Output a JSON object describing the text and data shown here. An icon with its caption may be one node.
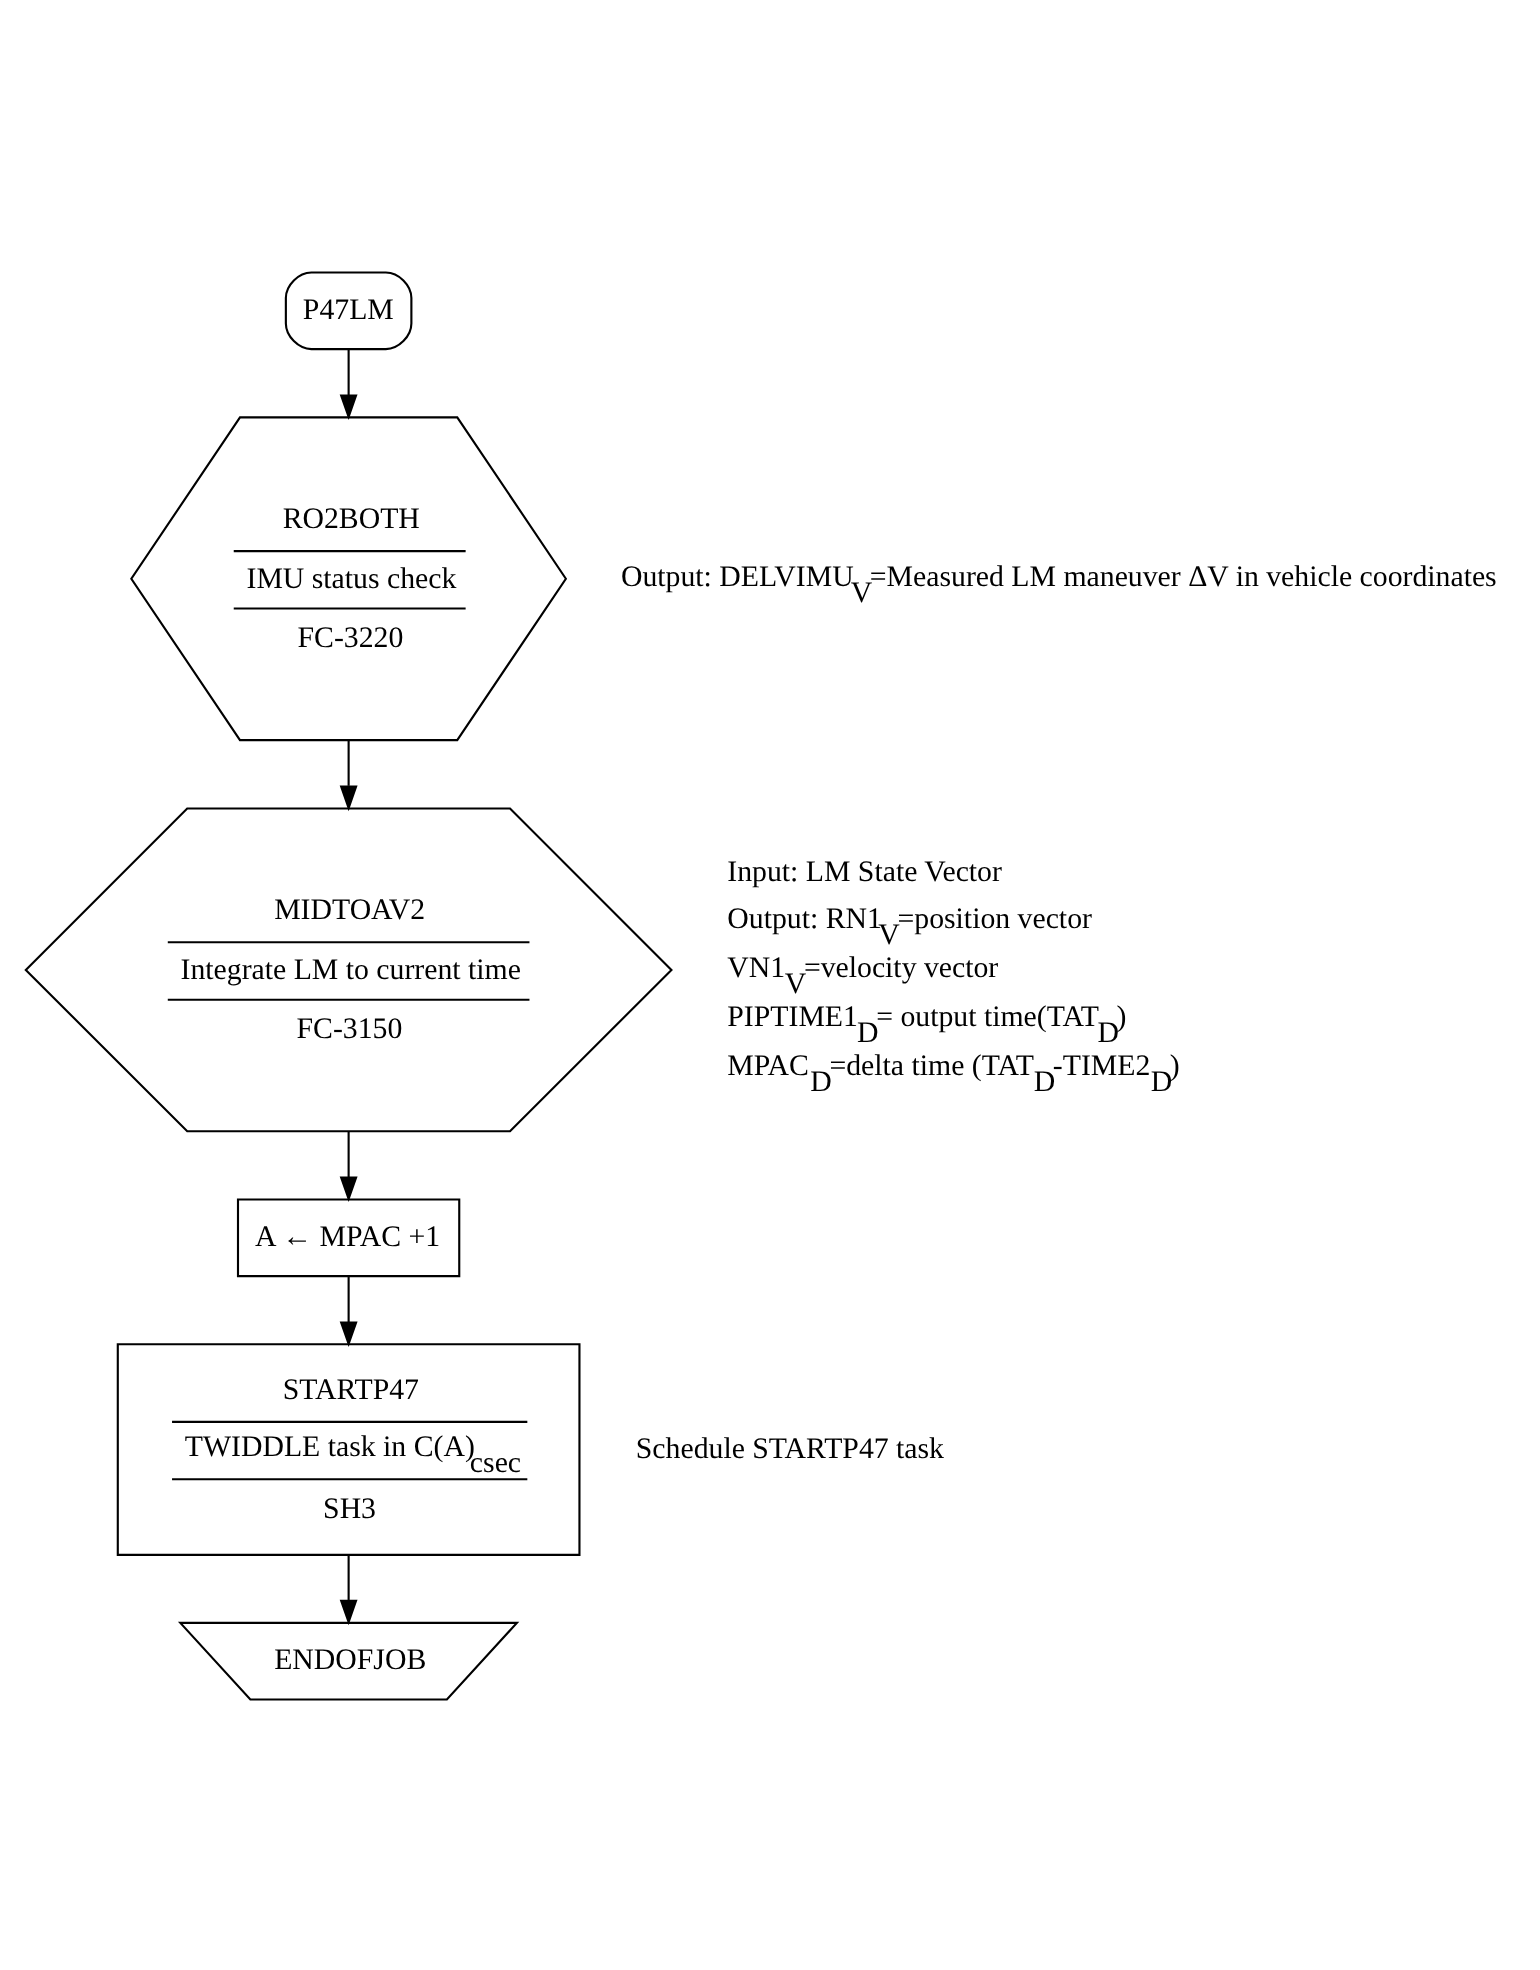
{
  "diagram": {
    "nodes": [
      {
        "text": [
          "P47LM"
        ]
      },
      {
        "text": [
          "RO2BOTH",
          "IMU status check",
          "FC-3220"
        ],
        "beside": [
          "Output: DELVIMU$_{V}$=Measured LM maneuver ΔV in vehicle coordinates"
        ]
      },
      {
        "text": [
          "MIDTOAV2",
          "Integrate LM to current time",
          "FC-3150"
        ],
        "beside": [
          "Input: LM State Vector",
          "Output: RN1$_{V}$=position vector",
          "VN1$_{V}$=velocity vector",
          "PIPTIME1$_{D}$= output time(TAT$_{D}$)",
          "MPAC$_{D}$=delta time (TAT$_{D}$-TIME2$_{D}$)"
        ]
      },
      {
        "text": [
          "A ← MPAC +1"
        ]
      },
      {
        "text": [
          "STARTP47",
          "TWIDDLE task in C(A)$_{csec}$",
          "SH3"
        ],
        "beside": [
          "Schedule STARTP47 task"
        ]
      },
      {
        "text": [
          "ENDOFJOB"
        ]
      }
    ],
    "edges": [
      {
        "from": 0,
        "to": 1,
        "arrow": "to"
      },
      {
        "from": 1,
        "to": 2,
        "arrow": "to"
      },
      {
        "from": 2,
        "to": 3,
        "arrow": "to"
      },
      {
        "from": 3,
        "to": 4,
        "arrow": "to"
      },
      {
        "from": 4,
        "to": 5,
        "arrow": "to"
      }
    ]
  }
}
